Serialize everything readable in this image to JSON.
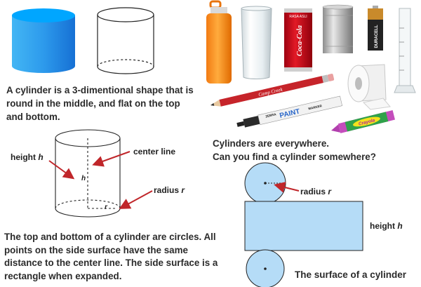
{
  "descriptions": {
    "definition": "A cylinder is a 3-dimentional shape that is round in the middle, and flat on the top and bottom.",
    "everywhere_line1": "Cylinders are everywhere.",
    "everywhere_line2": "Can you find a cylinder somewhere?",
    "properties": "The top and bottom of a cylinder are circles. All points on the side surface have the same distance to the center line. The side surface is a rectangle when expanded."
  },
  "diagram_labels": {
    "height_word": "height",
    "height_var": "h",
    "center_line": "center line",
    "radius_word": "radius",
    "radius_var": "r",
    "inner_h": "h",
    "inner_r": "r"
  },
  "net_labels": {
    "radius_word": "radius",
    "radius_var": "r",
    "height_word": "height",
    "height_var": "h",
    "surface_title": "The surface of a cylinder"
  },
  "photo_text": {
    "can_top": "RASA ASLI",
    "can_brand": "Coca-Cola",
    "battery": "DURACELL",
    "pencil": "Camp Creek",
    "marker1": "ZEBRA",
    "marker2": "PAINT",
    "marker3": "MARKER",
    "crayon": "Crayola"
  },
  "colors": {
    "cylinder_blue": "#1a90e6",
    "net_fill": "#b5dcf7",
    "arrow": "#c0262a",
    "text": "#2b2b2b"
  }
}
